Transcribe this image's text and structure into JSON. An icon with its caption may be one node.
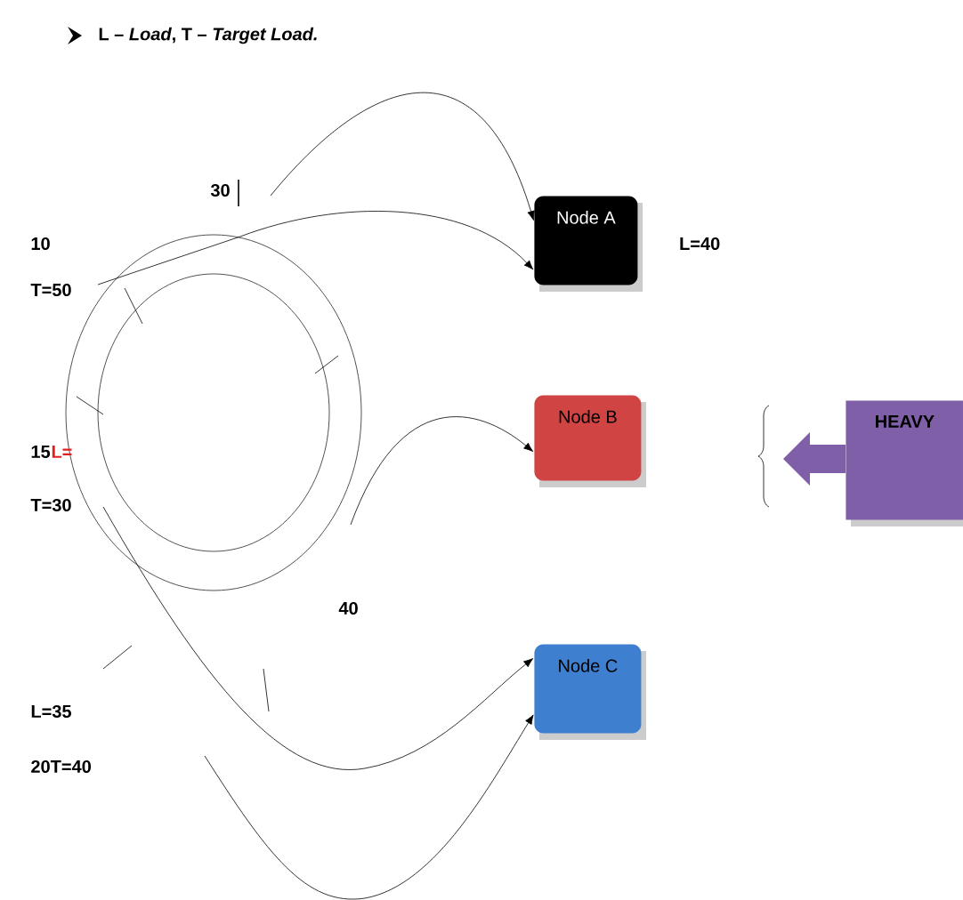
{
  "diagram": {
    "nodes": [
      {
        "text": [
          "Node A"
        ],
        "beside": [
          "L=40"
        ]
      },
      {
        "text": [
          "Node B"
        ]
      },
      {
        "text": [
          "Node C"
        ]
      },
      {
        "text": [
          "HEAVY"
        ]
      }
    ],
    "edges": [
      {
        "from": null,
        "to": 0,
        "arrow": "to"
      },
      {
        "from": null,
        "to": 0,
        "arrow": "to"
      },
      {
        "from": null,
        "to": 1,
        "arrow": "to"
      },
      {
        "from": null,
        "to": 2,
        "arrow": "to"
      },
      {
        "from": null,
        "to": 2,
        "arrow": "to"
      }
    ],
    "labels": [
      "L – *Load*, T – *Target Load.*",
      "30",
      "10",
      "T=50",
      "15",
      "L=",
      "T=30",
      "40",
      "L=35",
      "20T=40"
    ]
  }
}
